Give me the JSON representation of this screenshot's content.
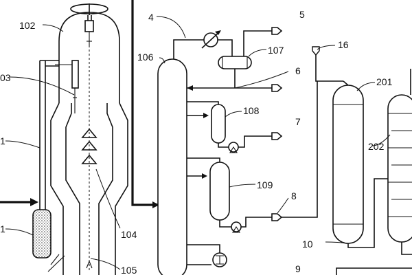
{
  "labels": {
    "l1": "1",
    "l1b": "1",
    "l102": "102",
    "l103": "03",
    "l104": "104",
    "l105": "105",
    "l106": "106",
    "l107": "107",
    "l108": "108",
    "l109": "109",
    "l201": "201",
    "l202": "202",
    "l4": "4",
    "l5": "5",
    "l6": "6",
    "l7": "7",
    "l8": "8",
    "l9": "9",
    "l10": "10",
    "l16": "16"
  }
}
